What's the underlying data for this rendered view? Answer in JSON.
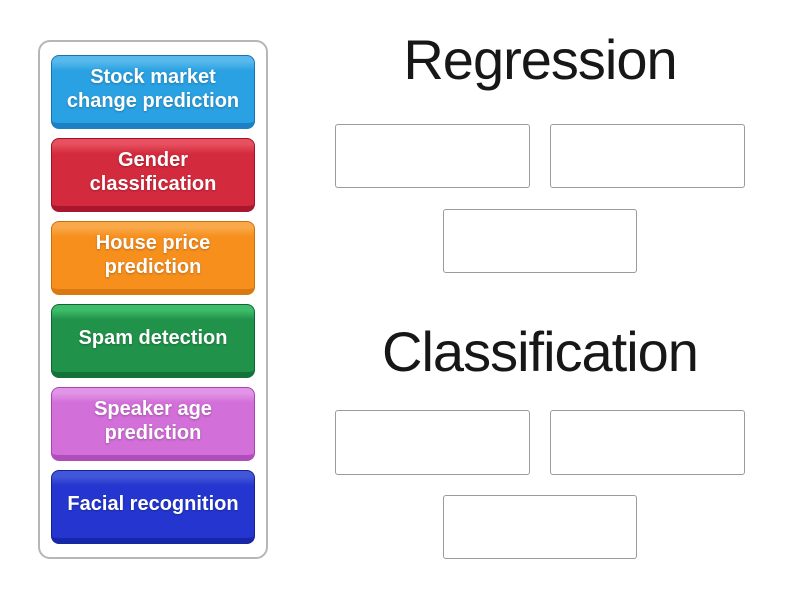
{
  "page": {
    "background": "#ffffff",
    "header_text_color": "#171717"
  },
  "tray": {
    "border_color": "#b6b6b6",
    "item_text_color": "#ffffff",
    "items": [
      {
        "label": "Stock market change prediction",
        "lines": [
          "Stock market",
          "change prediction"
        ],
        "colors": {
          "light": "#58b9ec",
          "main": "#2aa1e2",
          "dark": "#1b80c4",
          "border": "#1873b4"
        }
      },
      {
        "label": "Gender classification",
        "lines": [
          "Gender",
          "classification"
        ],
        "colors": {
          "light": "#e6505f",
          "main": "#d42a3d",
          "dark": "#a8172e",
          "border": "#9e1227"
        }
      },
      {
        "label": "House price prediction",
        "lines": [
          "House price",
          "prediction"
        ],
        "colors": {
          "light": "#f9a94a",
          "main": "#f78f1d",
          "dark": "#da7911",
          "border": "#cb6f0a"
        }
      },
      {
        "label": "Spam detection",
        "lines": [
          "Spam detection"
        ],
        "colors": {
          "light": "#3ebc69",
          "main": "#20924a",
          "dark": "#14713a",
          "border": "#0f6433"
        }
      },
      {
        "label": "Speaker age prediction",
        "lines": [
          "Speaker age",
          "prediction"
        ],
        "colors": {
          "light": "#e295e6",
          "main": "#d26fd8",
          "dark": "#b14dbb",
          "border": "#a844b2"
        }
      },
      {
        "label": "Facial recognition",
        "lines": [
          "Facial recognition"
        ],
        "colors": {
          "light": "#4257d8",
          "main": "#2436cf",
          "dark": "#1827a7",
          "border": "#142195"
        }
      }
    ]
  },
  "groups": [
    {
      "title": "Regression",
      "slot_count": 3
    },
    {
      "title": "Classification",
      "slot_count": 3
    }
  ],
  "slot_style": {
    "border_color": "#9b9b9b",
    "fill": "#ffffff"
  }
}
